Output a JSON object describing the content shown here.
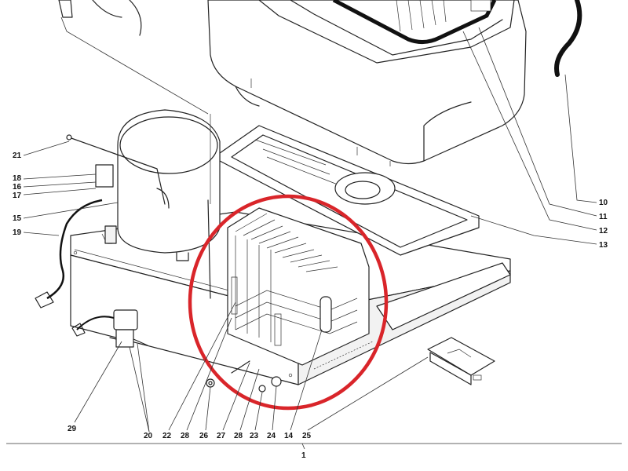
{
  "diagram": {
    "highlight_color": "#d9252a",
    "line_color": "#222222",
    "callouts": {
      "c1": "1",
      "c10": "10",
      "c11": "11",
      "c12": "12",
      "c13": "13",
      "c14": "14",
      "c15": "15",
      "c16": "16",
      "c17": "17",
      "c18": "18",
      "c19": "19",
      "c20": "20",
      "c21": "21",
      "c22": "22",
      "c23": "23",
      "c24": "24",
      "c25": "25",
      "c26": "26",
      "c27": "27",
      "c28a": "28",
      "c28b": "28",
      "c29": "29"
    }
  }
}
